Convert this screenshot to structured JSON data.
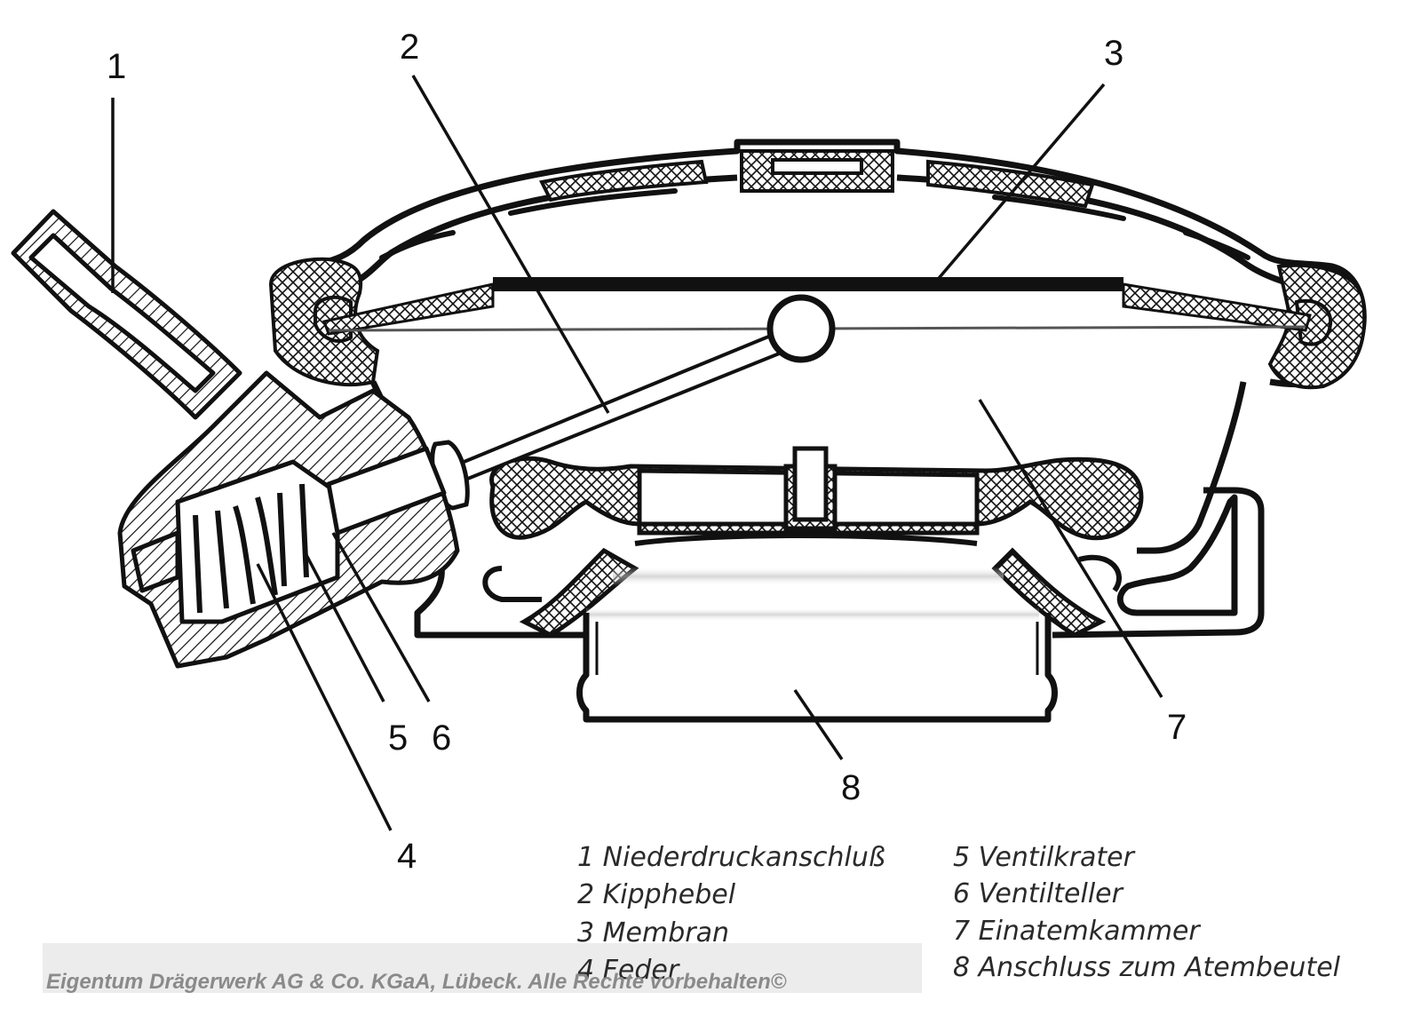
{
  "callouts": [
    "1",
    "2",
    "3",
    "4",
    "5",
    "6",
    "7",
    "8"
  ],
  "legend": {
    "left": [
      "1 Niederdruckanschluß",
      "2 Kipphebel",
      "3 Membran",
      "4 Feder"
    ],
    "right": [
      "5 Ventilkrater",
      "6 Ventilteller",
      "7 Einatemkammer",
      "8 Anschluss zum Atembeutel"
    ]
  },
  "footer": "Eigentum Drägerwerk AG & Co. KGaA, Lübeck. Alle Rechte vorbehalten©"
}
